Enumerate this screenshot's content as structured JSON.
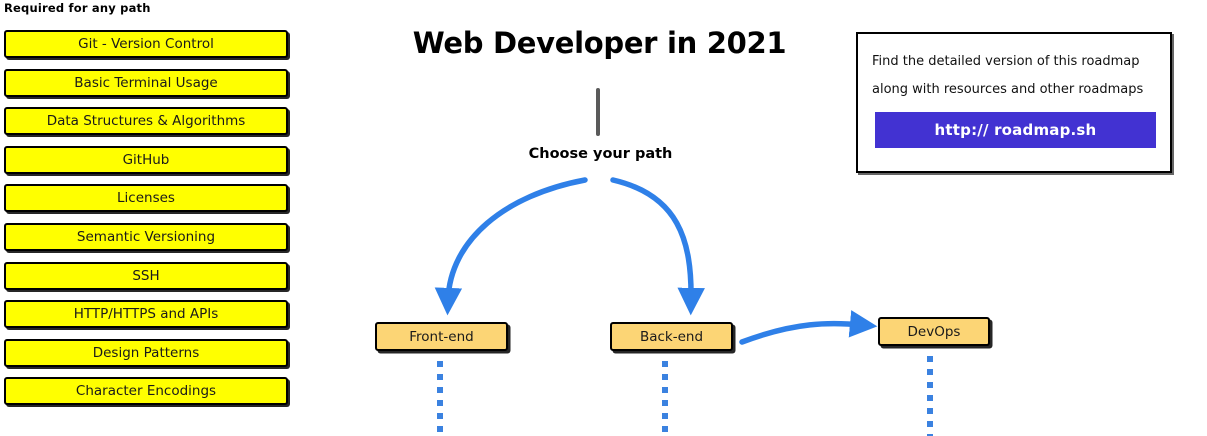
{
  "required_section": {
    "heading": "Required for any path",
    "items": [
      {
        "label": "Git - Version Control"
      },
      {
        "label": "Basic Terminal Usage"
      },
      {
        "label": "Data Structures & Algorithms"
      },
      {
        "label": "GitHub"
      },
      {
        "label": "Licenses"
      },
      {
        "label": "Semantic Versioning"
      },
      {
        "label": "SSH"
      },
      {
        "label": "HTTP/HTTPS and APIs"
      },
      {
        "label": "Design Patterns"
      },
      {
        "label": "Character Encodings"
      }
    ]
  },
  "header": {
    "title": "Web Developer in 2021",
    "choose_path_label": "Choose your path"
  },
  "paths": [
    {
      "label": "Front-end"
    },
    {
      "label": "Back-end"
    },
    {
      "label": "DevOps"
    }
  ],
  "info_card": {
    "line1": "Find the detailed version of this roadmap",
    "line2": "along with resources and other roadmaps",
    "link_label": "http:// roadmap.sh"
  },
  "colors": {
    "required_box_fill": "#ffff00",
    "path_box_fill": "#fcd575",
    "arrow_blue": "#2f80e8",
    "link_button": "#4232d2",
    "stem_gray": "#5a5a5a",
    "outline_black": "#000000"
  }
}
